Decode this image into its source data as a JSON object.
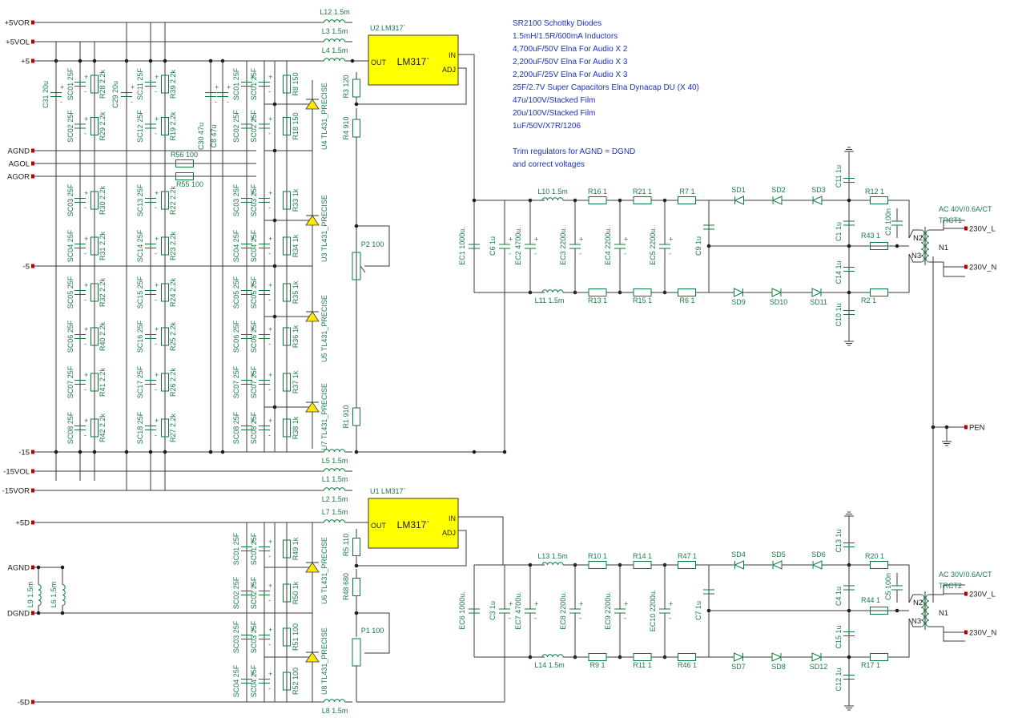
{
  "nets_left": [
    "+5VOR",
    "+5VOL",
    "+5",
    "AGND",
    "AGOL",
    "AGOR",
    "-5",
    "-15",
    "-15VOL",
    "-15VOR",
    "+5D",
    "AGND",
    "DGND",
    "-5D"
  ],
  "nets_right": [
    "230V_L",
    "230V_N",
    "PEN",
    "230V_L",
    "230V_N"
  ],
  "notes": [
    "SR2100 Schottky Diodes",
    "1.5mH/1.5R/600mA Inductors",
    "4,700uF/50V Elna For Audio X 2",
    "2,200uF/50V Elna For Audio X 3",
    "2,200uF/25V Elna For Audio X 3",
    "25F/2.7V Super Capacitors Elna Dynacap DU (X 40)",
    "47u/100V/Stacked Film",
    "20u/100V/Stacked Film",
    "1uF/50V/X7R/1206",
    "",
    "Trim regulators for AGND = DGND",
    "and correct voltages"
  ],
  "regulators": [
    {
      "ref": "U2 LM317`",
      "chip": "LM317`",
      "in": "IN",
      "adj": "ADJ",
      "out": "OUT"
    },
    {
      "ref": "U1 LM317`",
      "chip": "LM317`",
      "in": "IN",
      "adj": "ADJ",
      "out": "OUT"
    }
  ],
  "transformers": [
    {
      "rating": "AC 40V/0.6A/CT",
      "ref": "TRCT1",
      "n1": "N1",
      "n2": "N2",
      "n3": "N3"
    },
    {
      "rating": "AC 30V/0.6A/CT",
      "ref": "TRCT2",
      "n1": "N1",
      "n2": "N2",
      "n3": "N3"
    }
  ],
  "inductors": [
    "L12 1.5m",
    "L3 1.5m",
    "L4 1.5m",
    "L5 1.5m",
    "L1 1.5m",
    "L2 1.5m",
    "L7 1.5m",
    "L8 1.5m",
    "L9 1.5m",
    "L6 1.5m",
    "L10 1.5m",
    "L11 1.5m",
    "L13 1.5m",
    "L14 1.5m"
  ],
  "resistors_top": [
    "R16 1",
    "R21 1",
    "R7 1",
    "R13 1",
    "R15 1",
    "R6 1",
    "R12 1",
    "R43 1",
    "R2 1",
    "R3 120",
    "R4 910",
    "R1 910",
    "P2 100"
  ],
  "resistors_bottom": [
    "R10 1",
    "R14 1",
    "R47 1",
    "R9 1",
    "R11 1",
    "R46 1",
    "R20 1",
    "R44 1",
    "R17 1",
    "R5 110",
    "R48 680",
    "P1 100"
  ],
  "caps_top": [
    "EC1 1000u.",
    "C6 1u",
    "EC2 4700u.",
    "EC3 2200u.",
    "EC4 2200u.",
    "EC5 2200u.",
    "C9 1u",
    "C11 1u",
    "C1 1u",
    "C2 100n",
    "C14 1u",
    "C10 1u"
  ],
  "caps_bottom": [
    "EC6 1000u.",
    "C3 1u",
    "EC7 4700u.",
    "EC8 2200u.",
    "EC9 2200u.",
    "EC10 2200u.",
    "C7 1u",
    "C13 1u",
    "C4 1u",
    "C5 100n",
    "C15 1u",
    "C12 1u"
  ],
  "diodes_top": [
    "SD1",
    "SD2",
    "SD3",
    "SD9",
    "SD10",
    "SD11"
  ],
  "diodes_bottom": [
    "SD4",
    "SD5",
    "SD6",
    "SD7",
    "SD8",
    "SD12"
  ],
  "left_bank": {
    "caps_a": [
      "C31 20u",
      "SC01 25F",
      "SC02 25F",
      "SC03 25F",
      "SC04 25F",
      "SC05 25F",
      "SC06 25F",
      "SC07 25F",
      "SC08 25F"
    ],
    "res_a": [
      "R28 2.2k",
      "R29 2.2k",
      "R30 2.2k",
      "R31 2.2k",
      "R32 2.2k",
      "R40 2.2k",
      "R41 2.2k",
      "R42 2.2k"
    ],
    "caps_b": [
      "C29 20u",
      "SC11 25F",
      "SC12 25F",
      "SC13 25F",
      "SC14 25F",
      "SC15 25F",
      "SC16 25F",
      "SC17 25F",
      "SC18 25F"
    ],
    "res_b": [
      "R39 2.2k",
      "R19 2.2k",
      "R22 2.2k",
      "R23 2.2k",
      "R24 2.2k",
      "R25 2.2k",
      "R26 2.2k",
      "R27 2.2k"
    ],
    "mid": [
      "R56 100",
      "R55 100",
      "C30 47u",
      "C8 47u"
    ],
    "caps_c": [
      "SC01 25F",
      "SC02 25F",
      "SC03 25F",
      "SC04 25F",
      "SC05 25F",
      "SC06 25F",
      "SC07 25F",
      "SC08 25F"
    ],
    "caps_d": [
      "SC01 25F",
      "SC02 25F",
      "SC03 25F",
      "SC04 25F",
      "SC05 25F",
      "SC06 25F",
      "SC07 25F",
      "SC08 25F"
    ],
    "res_c": [
      "R8 150",
      "R18 150",
      "R33 1k",
      "R34 1k",
      "R35 1k",
      "R36 1k",
      "R37 1k",
      "R38 1k"
    ],
    "refs": [
      "U4 TL431_PRECISE",
      "U3 TL431_PRECISE",
      "U5 TL431_PRECISE",
      "U7 TL431_PRECISE"
    ]
  },
  "bottom_bank": {
    "caps_c": [
      "SC01 25F",
      "SC02 25F",
      "SC03 25F",
      "SC04 25F"
    ],
    "caps_d": [
      "SC01 25F",
      "SC02 25F",
      "SC03 25F",
      "SC04 25F"
    ],
    "res": [
      "R49 1k",
      "R50 1k",
      "R51 100",
      "R52 100"
    ],
    "refs": [
      "U6 TL431_PRECISE",
      "U8 TL431_PRECISE"
    ]
  }
}
